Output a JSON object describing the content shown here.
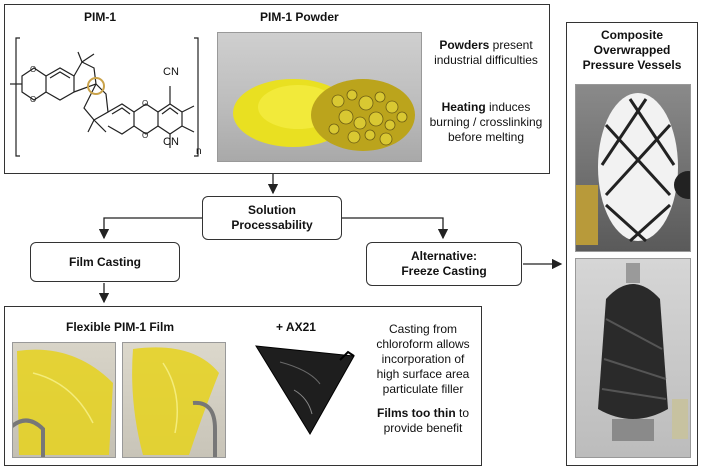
{
  "top_panel": {
    "pim1_label": "PIM-1",
    "powder_label": "PIM-1 Powder",
    "subscript_n": "n",
    "cn1": "CN",
    "cn2": "CN",
    "note1_bold": "Powders",
    "note1_rest": " present industrial difficulties",
    "note2_bold": "Heating",
    "note2_rest": " induces burning / crosslinking before melting"
  },
  "flow": {
    "solution": "Solution Processability",
    "film_casting": "Film Casting",
    "freeze_casting": "Alternative: Freeze Casting"
  },
  "bottom_panel": {
    "film_label": "Flexible PIM-1 Film",
    "ax21_label": "+ AX21",
    "casting_note": "Casting from chloroform allows incorporation of high surface area particulate filler",
    "thin_bold": "Films too thin",
    "thin_rest": " to provide benefit"
  },
  "right_panel": {
    "title": "Composite Overwrapped Pressure Vessels"
  },
  "colors": {
    "powder_yellow": "#e9e021",
    "film_yellow": "#e6d21c",
    "vessel_dark": "#2a2a2a",
    "highlight_circle": "#c9a24a"
  }
}
